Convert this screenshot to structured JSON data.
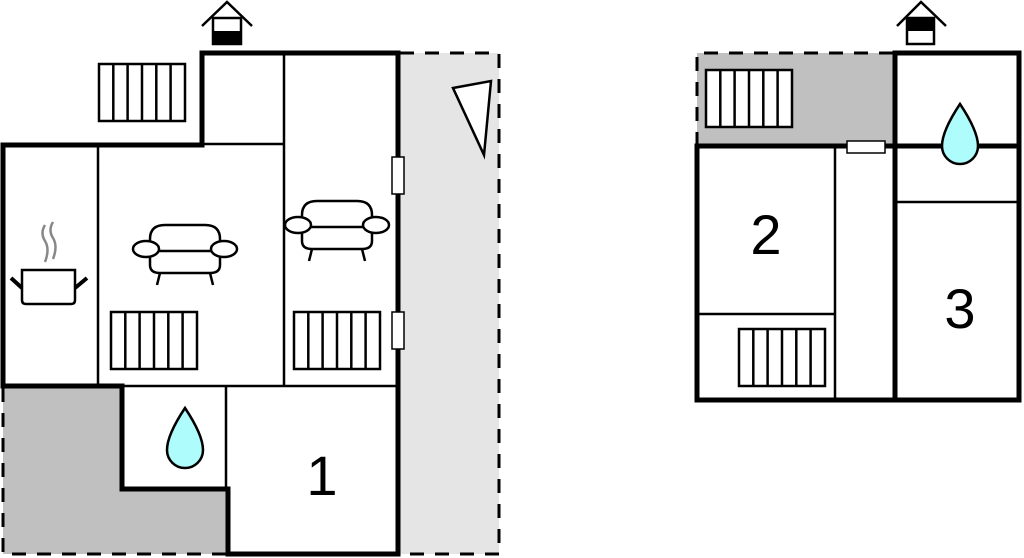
{
  "plans": [
    {
      "name": "ground-floor",
      "floor_indicator": "ground",
      "rooms": [
        {
          "id": "kitchen",
          "icon": "cooking-pot-icon"
        },
        {
          "id": "living-room-1",
          "icon": "sofa-icon",
          "has_radiator": true
        },
        {
          "id": "living-room-2",
          "icon": "sofa-icon",
          "has_radiator": true
        },
        {
          "id": "bathroom",
          "icon": "water-drop-icon"
        },
        {
          "id": "bedroom-1",
          "label": "1"
        },
        {
          "id": "hall",
          "icon": null
        }
      ],
      "exterior": [
        {
          "id": "terrace-side",
          "shade": "#e5e5e5",
          "icon": "orientation-triangle-icon"
        },
        {
          "id": "terrace-corner",
          "shade": "#c0c0c0"
        },
        {
          "id": "outdoor-stairs",
          "icon": "radiator-icon"
        }
      ]
    },
    {
      "name": "upper-floor",
      "floor_indicator": "upper",
      "rooms": [
        {
          "id": "bedroom-2",
          "label": "2"
        },
        {
          "id": "bedroom-3",
          "label": "3"
        },
        {
          "id": "bathroom-upper",
          "icon": "water-drop-icon"
        },
        {
          "id": "corridor"
        },
        {
          "id": "storage",
          "has_radiator": true
        }
      ],
      "exterior": [
        {
          "id": "balcony",
          "shade": "#c0c0c0",
          "has_radiator": true
        }
      ]
    }
  ],
  "labels": {
    "room1": "1",
    "room2": "2",
    "room3": "3"
  },
  "colors": {
    "wall": "#000000",
    "light_shade": "#e5e5e5",
    "dark_shade": "#c0c0c0",
    "water": "#aefcfc",
    "steam": "#888888"
  }
}
